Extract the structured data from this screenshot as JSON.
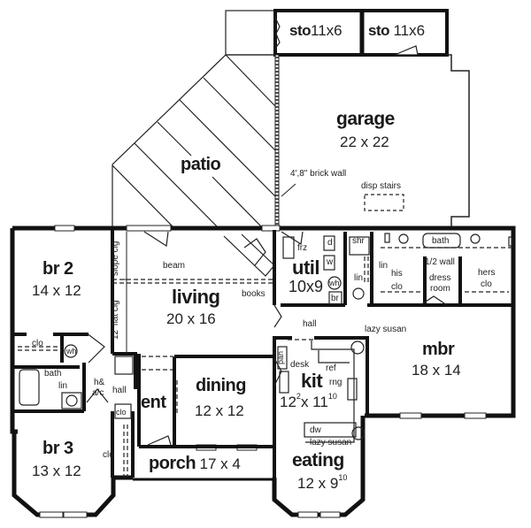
{
  "title": "Floor plan",
  "colors": {
    "wall": "#111111",
    "line": "#222222",
    "background": "#ffffff"
  },
  "rooms": {
    "sto1": {
      "name": "sto",
      "dim": "11x6"
    },
    "sto2": {
      "name": "sto",
      "dim": "11x6"
    },
    "garage": {
      "name": "garage",
      "dim": "22 x 22"
    },
    "patio": {
      "name": "patio"
    },
    "br2": {
      "name": "br 2",
      "dim": "14 x 12"
    },
    "br3": {
      "name": "br 3",
      "dim": "13 x 12"
    },
    "living": {
      "name": "living",
      "dim": "20 x 16"
    },
    "util": {
      "name": "util",
      "dim": "10x9"
    },
    "mbr": {
      "name": "mbr",
      "dim": "18 x 14"
    },
    "kit": {
      "name": "kit",
      "dim_a": "12",
      "dim_a_sup": "2",
      "dim_b": "x 11",
      "dim_b_sup": "10"
    },
    "dining": {
      "name": "dining",
      "dim": "12 x 12"
    },
    "ent": {
      "name": "ent"
    },
    "porch": {
      "name": "porch",
      "dim": "17 x 4"
    },
    "eating": {
      "name": "eating",
      "dim_a": "12 x 9",
      "dim_sup": "10"
    }
  },
  "annotations": {
    "brick_wall": "4',8\" brick wall",
    "disp_stairs": "disp stairs",
    "beam": "beam",
    "slope_clg": "slope clg",
    "flat_clg": "12' flat clg",
    "books": "books",
    "hall_top": "hall",
    "hall_left": "hall",
    "lazy_susan_top": "lazy susan",
    "lazy_susan_bottom": "lazy susan",
    "desk": "desk",
    "pan": "pan",
    "ref": "ref",
    "rng": "rng",
    "dw": "dw",
    "frz": "frz",
    "d": "d",
    "w": "w",
    "wh_util": "wh",
    "br_util": "br",
    "shr": "shr",
    "bath_mbr": "bath",
    "half_wall": "1/2 wall",
    "lin_mbr1": "lin",
    "lin_mbr2": "lin",
    "his_clo_a": "his",
    "his_clo_b": "clo",
    "dress_a": "dress",
    "dress_b": "room",
    "hers_clo_a": "hers",
    "hers_clo_b": "clo",
    "clo_br2": "clo",
    "wh_br2": "wh",
    "bath_left": "bath",
    "lin_left": "lin",
    "hac_a": "h&",
    "hac_b": "a/c",
    "clo_hall": "clo",
    "clo_br3": "clo"
  }
}
